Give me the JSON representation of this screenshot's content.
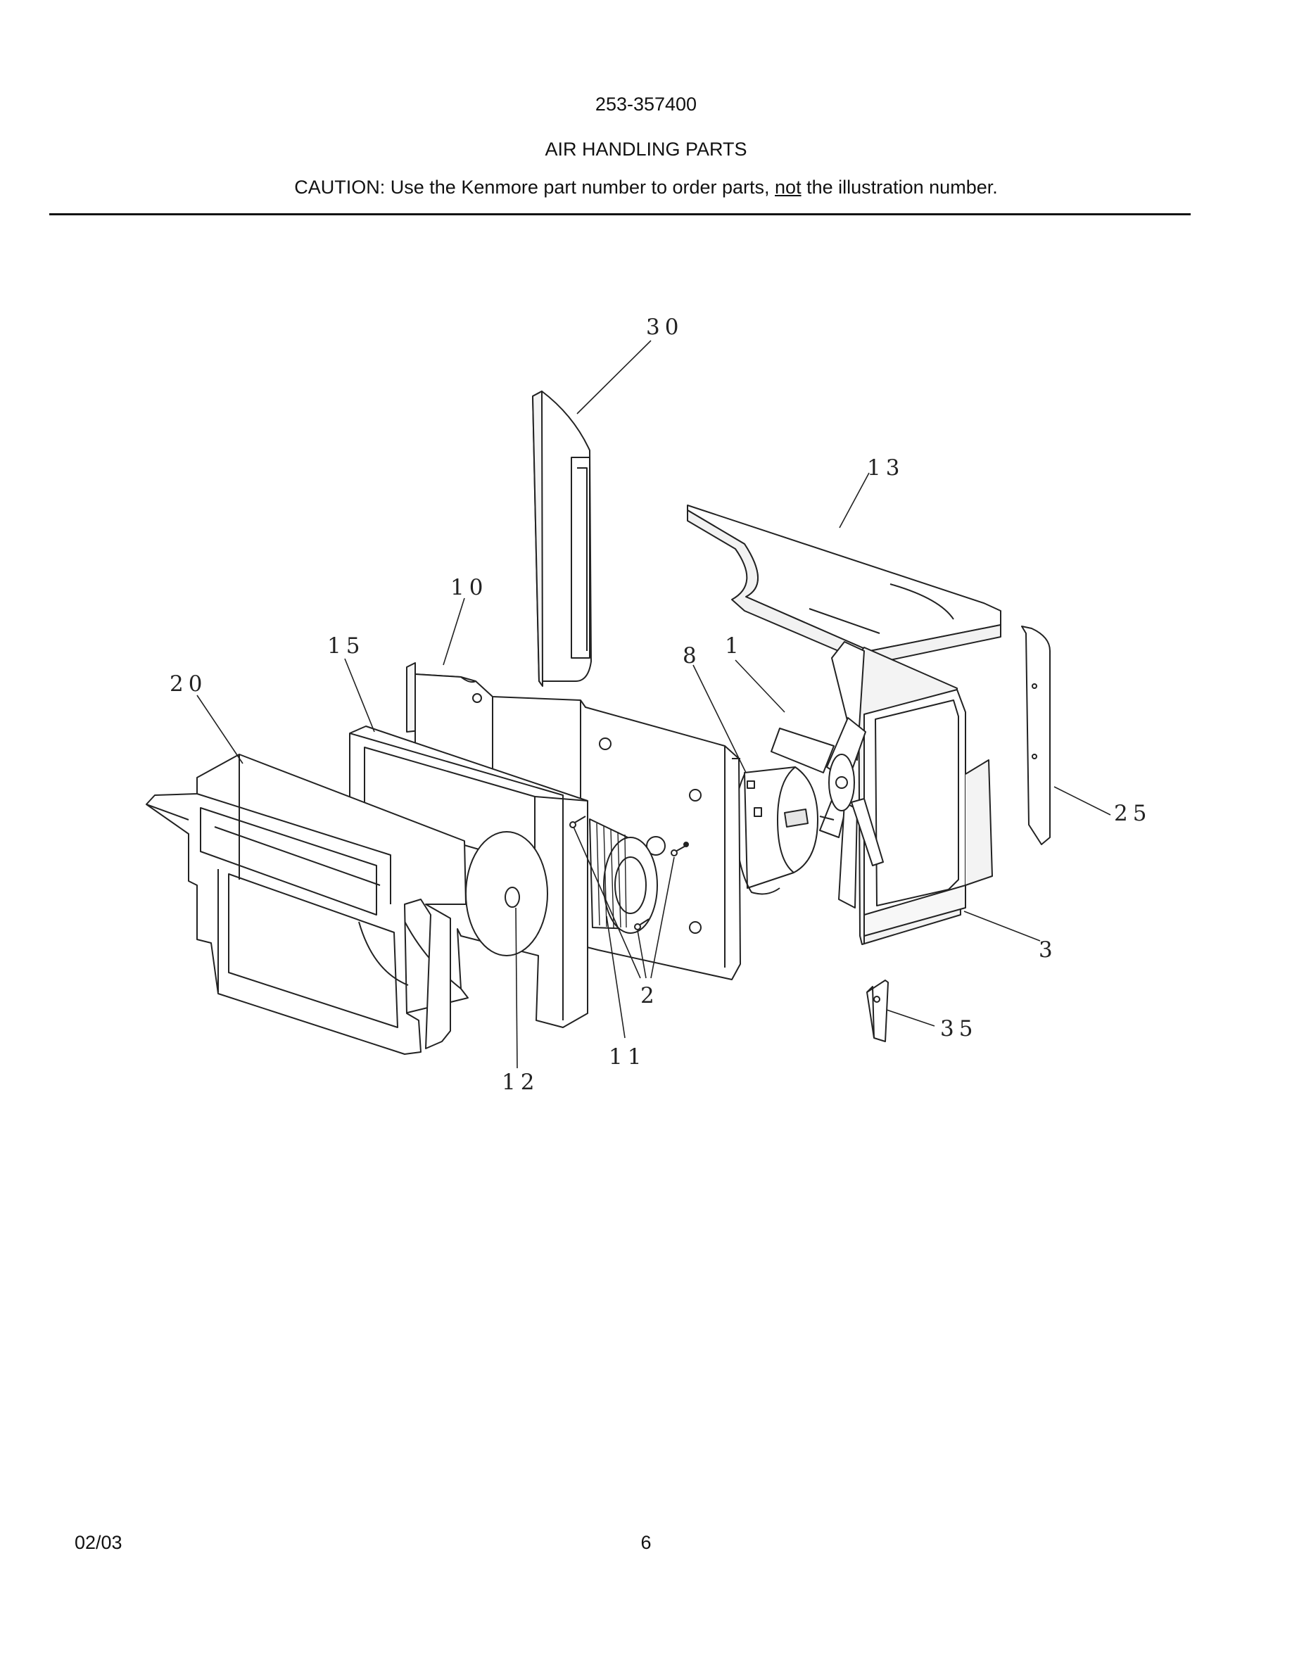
{
  "header": {
    "model_number": "253-357400",
    "section_title": "AIR HANDLING PARTS",
    "caution_pre": "CAUTION: Use the Kenmore part number to order parts, ",
    "caution_emph": "not",
    "caution_post": " the illustration number."
  },
  "diagram": {
    "callouts": {
      "c30": "30",
      "c13": "13",
      "c10": "10",
      "c15": "15",
      "c20": "20",
      "c8": "8",
      "c1": "1",
      "c25": "25",
      "c3": "3",
      "c35": "35",
      "c2": "2",
      "c11": "11",
      "c12": "12"
    }
  },
  "footer": {
    "date": "02/03",
    "page": "6"
  }
}
